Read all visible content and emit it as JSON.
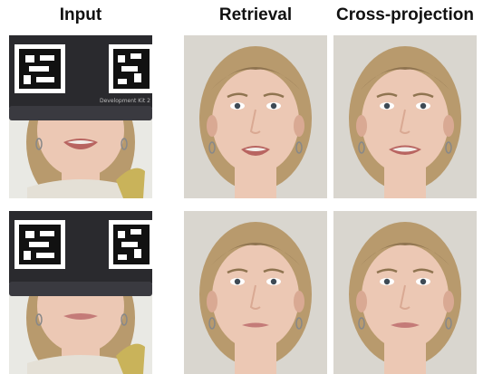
{
  "figure": {
    "columns": [
      {
        "header": "Input"
      },
      {
        "header": "Retrieval"
      },
      {
        "header": "Cross-projection"
      }
    ],
    "headset_label": "Development Kit 2",
    "rows": [
      {
        "expression": "mouth-open"
      },
      {
        "expression": "mouth-closed"
      }
    ],
    "colors": {
      "background_input": "#e9e9e4",
      "background_output": "#d9d6cf",
      "skin": "#ecc8b4",
      "skin_shadow": "#d9a993",
      "hair": "#b89a6d",
      "hair_dark": "#8f7450",
      "headset": "#2a2a2e",
      "lips": "#c47b78",
      "scarf": "#c9b35a"
    }
  }
}
